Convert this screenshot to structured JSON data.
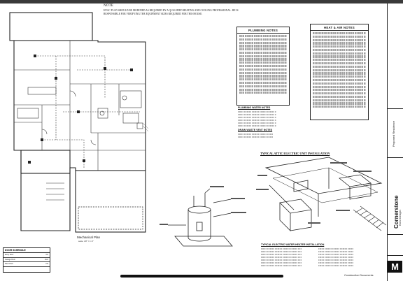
{
  "note": {
    "heading": "NOTE",
    "text": "HVAC PLAN SHOULD BE MODIFIED AS REQUIRED BY A QUALIFIED HEATING AND COOLING PROFESSIONAL. HE IS RESPONSIBLE FOR VERIFYING THE EQUIPMENT SIZES REQUIRED FOR THIS HOUSE."
  },
  "plumbing_notes": {
    "title": "PLUMBING NOTES"
  },
  "heat_air_notes": {
    "title": "HEAT & AIR NOTES"
  },
  "water_notes": {
    "title": "PLUMBING WATER NOTES"
  },
  "drain_notes": {
    "title": "DRAIN WASTE VENT NOTES"
  },
  "plan": {
    "title": "Mechanical Plan",
    "scale": "scale: 1/8\" = 1'-0\""
  },
  "attic_install": {
    "title": "TYPICAL ATTIC ELECTRIC UNIT INSTALLATION"
  },
  "heater_install": {
    "title": "TYPICAL ELECTRIC WATER HEATER INSTALLATION"
  },
  "door_schedule": {
    "title": "DOOR SCHEDULE",
    "rows": [
      {
        "label": "Entry Door",
        "value": "3-0"
      },
      {
        "label": "Garage Door",
        "value": "16-0"
      },
      {
        "label": "Rear Door",
        "value": "2-8"
      }
    ]
  },
  "title_block": {
    "company": "Cornerstone",
    "subtitle": "Home Designs",
    "project": "Proposed Residence",
    "sheet_label": "Construction Documents",
    "logo": "M"
  }
}
